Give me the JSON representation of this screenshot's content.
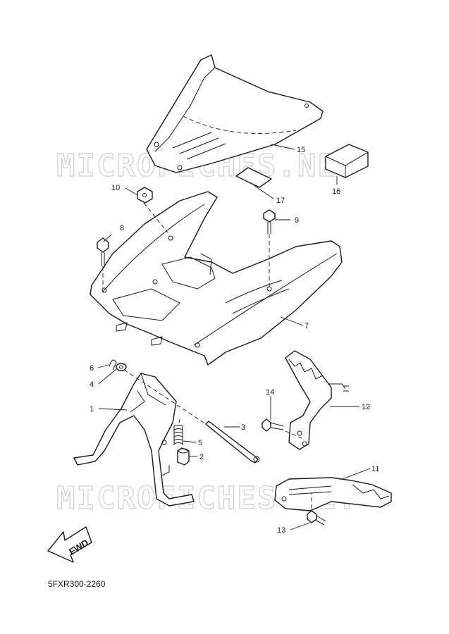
{
  "watermark": "MICROFICHES.NET",
  "diagram_code": "5FXR300-2260",
  "fwd_label": "FWD",
  "callouts": [
    {
      "id": "1",
      "label": "1"
    },
    {
      "id": "2",
      "label": "2"
    },
    {
      "id": "3",
      "label": "3"
    },
    {
      "id": "4",
      "label": "4"
    },
    {
      "id": "5",
      "label": "5"
    },
    {
      "id": "6",
      "label": "6"
    },
    {
      "id": "7",
      "label": "7"
    },
    {
      "id": "8",
      "label": "8"
    },
    {
      "id": "9",
      "label": "9"
    },
    {
      "id": "10",
      "label": "10"
    },
    {
      "id": "11",
      "label": "11"
    },
    {
      "id": "12",
      "label": "12"
    },
    {
      "id": "13",
      "label": "13"
    },
    {
      "id": "14",
      "label": "14"
    },
    {
      "id": "15",
      "label": "15"
    },
    {
      "id": "16",
      "label": "16"
    },
    {
      "id": "17",
      "label": "17"
    }
  ]
}
